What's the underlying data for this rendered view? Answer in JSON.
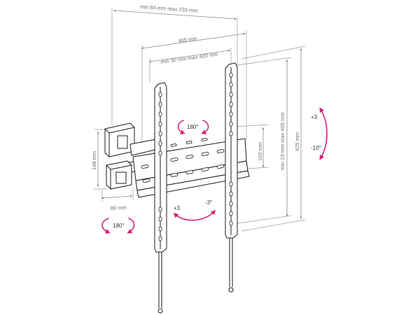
{
  "dimensions": {
    "arm_extension": "min 84 mm max 233 mm",
    "bracket_width": "465 mm",
    "vesa_horizontal": "min 30 mm max 420 mm",
    "arm_plate_height": "148 mm",
    "arm_plate_width": "89 mm",
    "center_plate_height": "102 mm",
    "vesa_vertical": "min 23 mm max 405 mm",
    "bracket_height": "425 mm"
  },
  "rotations": {
    "top_swivel": "180°",
    "bottom_swivel": "180°",
    "center_tilt_plus": "+3",
    "center_tilt_minus": "-3°",
    "side_tilt_plus": "+3",
    "side_tilt_minus": "-10°"
  },
  "colors": {
    "rotation_accent": "#d4237a",
    "line_art": "#1a1a1a",
    "dimension_lines": "#8c8c8c"
  }
}
